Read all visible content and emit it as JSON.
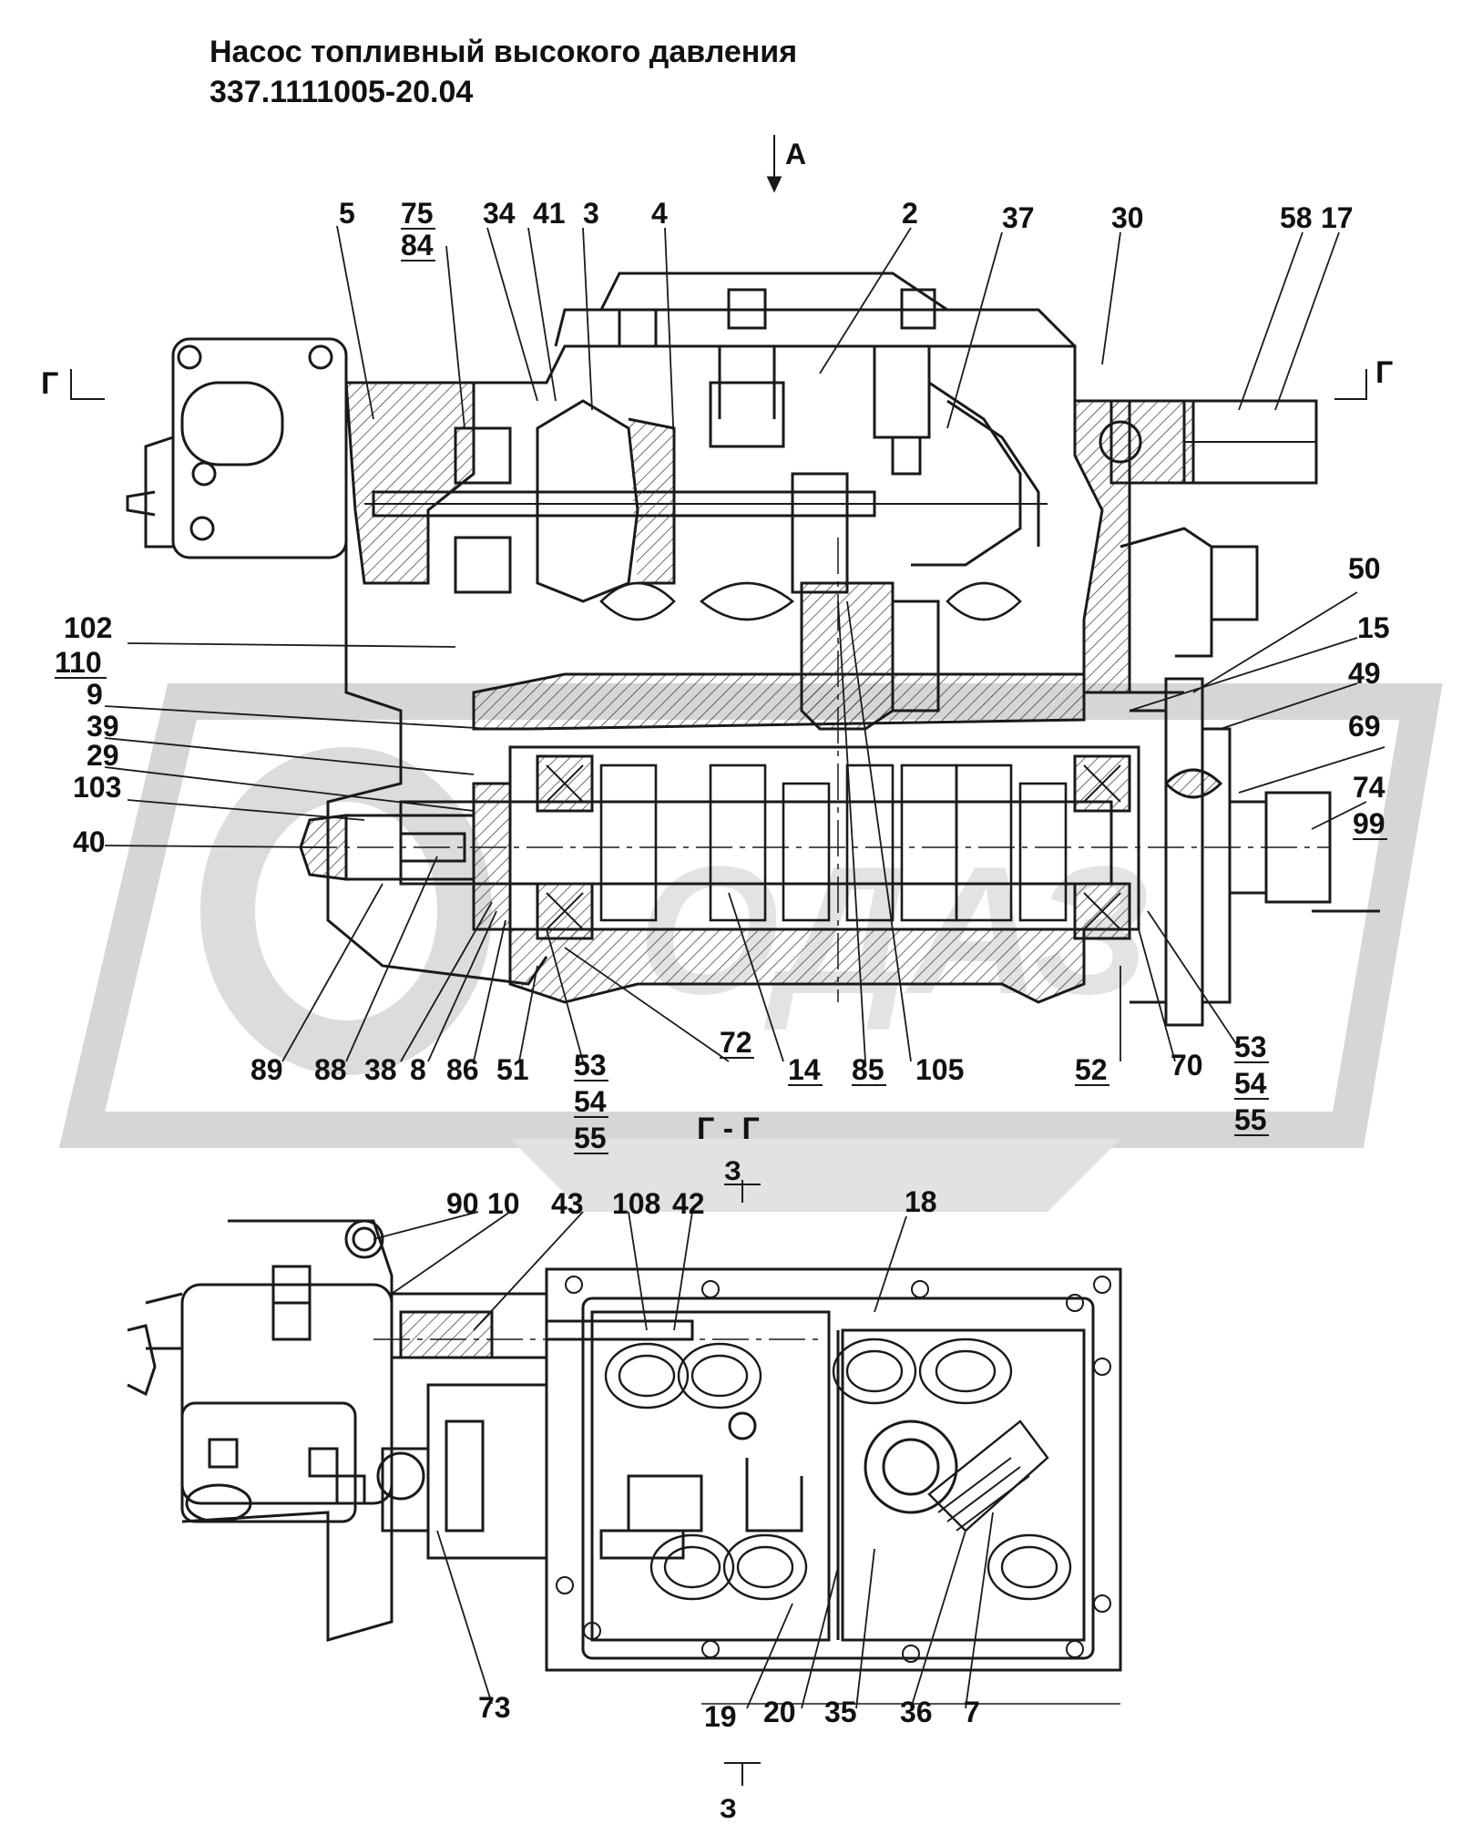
{
  "title": {
    "line1": "Насос топливный высокого давления",
    "line2": "337.1111005-20.04"
  },
  "section_marks": {
    "view_a": "А",
    "cut_left": "Г",
    "cut_right": "Г",
    "section_title": "Г - Г",
    "cut_z_top": "З",
    "cut_z_bottom": "З"
  },
  "watermark": "ОДАЗ",
  "callouts_top": [
    "5",
    "75",
    "84",
    "34",
    "41",
    "3",
    "4",
    "2",
    "37",
    "30",
    "58",
    "17",
    "50",
    "15",
    "49",
    "69",
    "74",
    "99",
    "102",
    "110",
    "9",
    "39",
    "29",
    "103",
    "40",
    "89",
    "88",
    "38",
    "8",
    "86",
    "51",
    "53",
    "54",
    "55",
    "72",
    "14",
    "85",
    "105",
    "52",
    "70",
    "53",
    "54",
    "55"
  ],
  "callouts_bottom": [
    "90",
    "10",
    "43",
    "108",
    "42",
    "18",
    "73",
    "19",
    "20",
    "35",
    "36",
    "7"
  ],
  "colors": {
    "line": "#1a1a1a",
    "watermark": "#d0d0d0",
    "background": "#ffffff"
  }
}
